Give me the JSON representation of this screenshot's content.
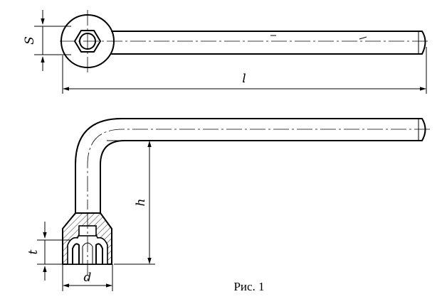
{
  "labels": {
    "s": "S",
    "l": "l",
    "h": "h",
    "t": "t",
    "d": "d"
  },
  "caption": "Рис. 1"
}
